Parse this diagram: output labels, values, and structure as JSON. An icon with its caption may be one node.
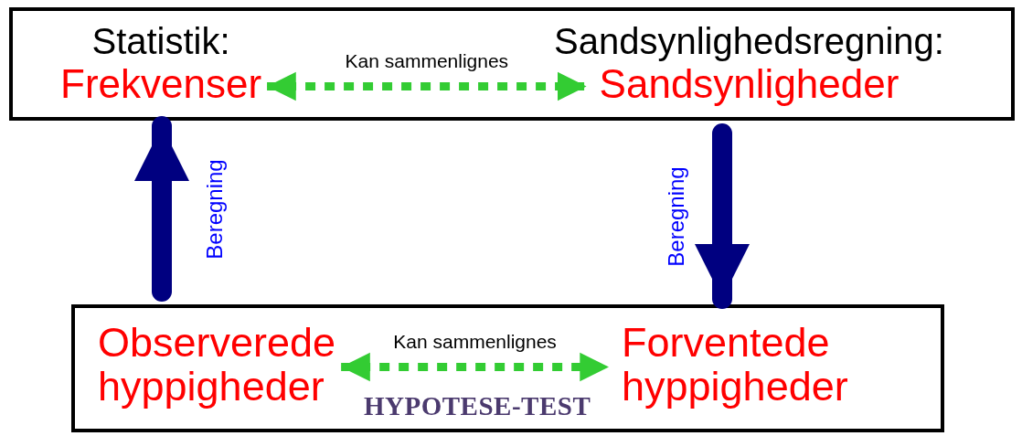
{
  "diagram": {
    "nodes": [
      {
        "text": [],
        "shape": "box"
      },
      {
        "text": [
          "Statistik:",
          "Frekvenser"
        ],
        "in": 0
      },
      {
        "text": [
          "Sandsynlighedsregning:",
          "Sandsynligheder"
        ],
        "in": 0
      },
      {
        "text": [],
        "shape": "box"
      },
      {
        "text": [
          "Observerede hyppigheder"
        ],
        "in": 3
      },
      {
        "text": [
          "Forventede hyppigheder"
        ],
        "in": 3
      }
    ],
    "edges": [
      {
        "from": 1,
        "to": 2,
        "arrow": "both",
        "label": "Kan sammenlignes",
        "style": "dashed",
        "color": "#33cc33"
      },
      {
        "from": 3,
        "to": 0,
        "arrow": "to",
        "label": "Beregning",
        "style": "thick",
        "color": "#000080"
      },
      {
        "from": 0,
        "to": 3,
        "arrow": "to",
        "label": "Beregning",
        "style": "thick",
        "color": "#000080"
      },
      {
        "from": 4,
        "to": 5,
        "arrow": "both",
        "label": "Kan sammenlignes",
        "style": "dashed",
        "color": "#33cc33"
      }
    ],
    "labels": [
      "HYPOTESE-TEST"
    ]
  }
}
